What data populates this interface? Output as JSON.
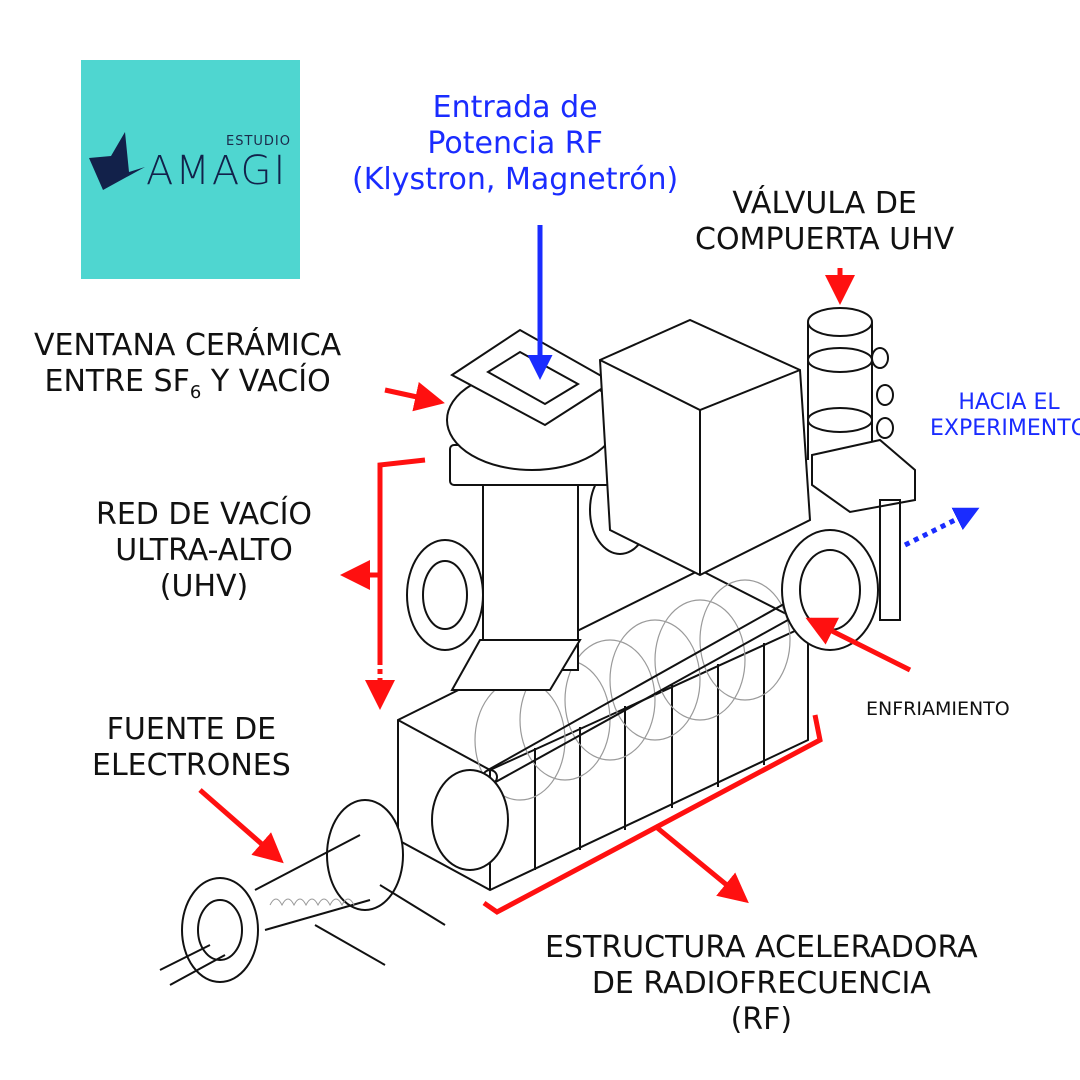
{
  "logo": {
    "small_text": "ESTUDIO",
    "big_text": "AMAGI",
    "bg_color": "#4fd6d0",
    "fg_color": "#12214a"
  },
  "labels": {
    "rf_input": [
      "Entrada de",
      "Potencia RF",
      "(Klystron, Magnetrón)"
    ],
    "gate_valve": [
      "VÁLVULA DE",
      "COMPUERTA UHV"
    ],
    "ceramic_window": {
      "line1": "VENTANA CERÁMICA",
      "line2_pre": "ENTRE SF",
      "line2_sub": "6",
      "line2_post": " Y  VACÍO"
    },
    "to_experiment": [
      "HACIA EL",
      "EXPERIMENTO"
    ],
    "vacuum_network": [
      "RED DE VACÍO",
      "ULTRA-ALTO",
      "(UHV)"
    ],
    "cooling": "ENFRIAMIENTO",
    "electron_source": [
      "FUENTE DE",
      "ELECTRONES"
    ],
    "rf_structure": [
      "ESTRUCTURA ACELERADORA",
      "DE RADIOFRECUENCIA",
      "(RF)"
    ]
  },
  "colors": {
    "arrow_red": "#ff1010",
    "arrow_blue": "#1a2cff",
    "line": "#111111",
    "hidden": "#9a9a9a"
  }
}
